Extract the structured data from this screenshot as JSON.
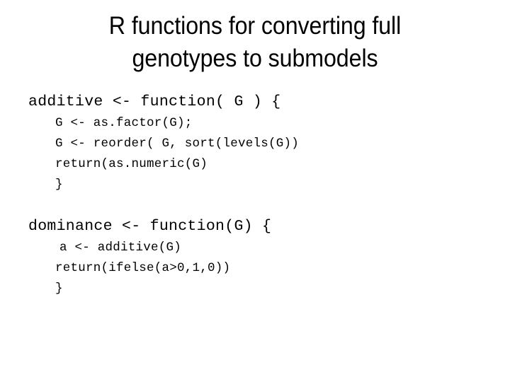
{
  "slide": {
    "background_color": "#ffffff",
    "text_color": "#000000",
    "title": {
      "line1": "R functions for converting full",
      "line2": "genotypes to submodels"
    },
    "code_blocks": [
      {
        "name": "additive",
        "lines": [
          {
            "text": "additive <- function( G ) {",
            "level": 0
          },
          {
            "text": "G <- as.factor(G);",
            "level": 1
          },
          {
            "text": "G <- reorder( G, sort(levels(G))",
            "level": 1
          },
          {
            "text": "return(as.numeric(G)",
            "level": 1
          },
          {
            "text": "}",
            "level": 1
          }
        ]
      },
      {
        "name": "dominance",
        "lines": [
          {
            "text": "dominance <- function(G) {",
            "level": 0
          },
          {
            "text": "a <- additive(G)",
            "level": 1,
            "extra_indent": true
          },
          {
            "text": "return(ifelse(a>0,1,0))",
            "level": 1
          },
          {
            "text": "}",
            "level": 1
          }
        ]
      }
    ]
  }
}
